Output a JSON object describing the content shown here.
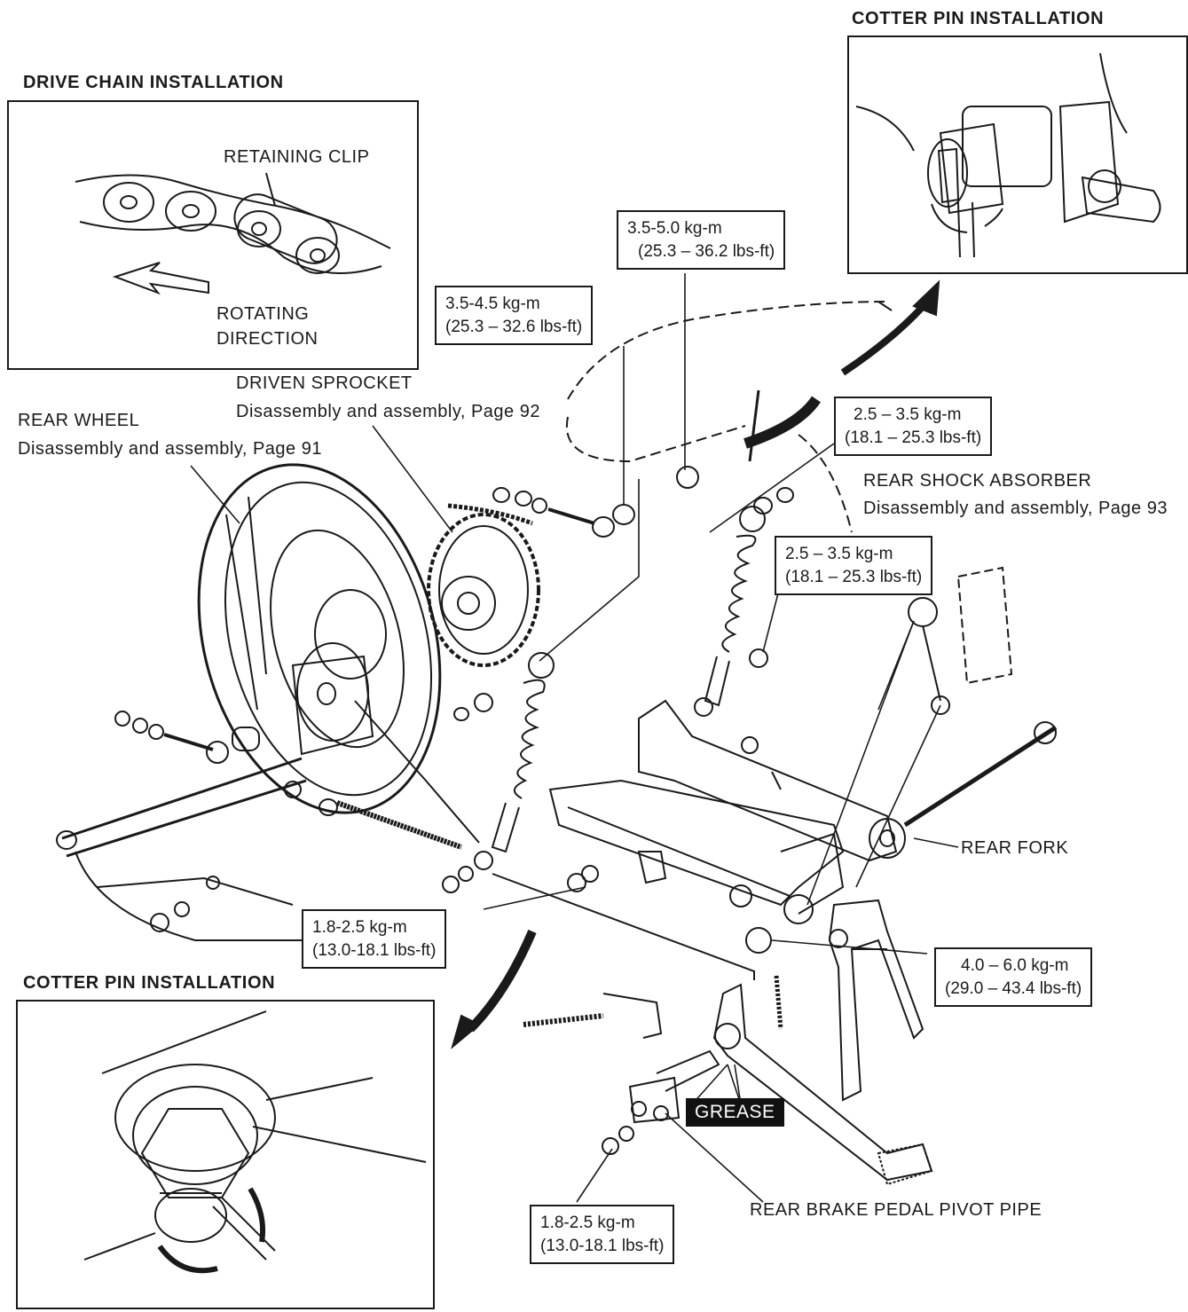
{
  "titles": {
    "cotter_top": "COTTER PIN INSTALLATION",
    "drive_chain": "DRIVE CHAIN INSTALLATION",
    "cotter_bottom": "COTTER PIN INSTALLATION"
  },
  "chain_inset": {
    "retaining_clip": "RETAINING CLIP",
    "rotating_1": "ROTATING",
    "rotating_2": "DIRECTION"
  },
  "parts": {
    "driven_sprocket": "DRIVEN SPROCKET",
    "driven_sprocket_ref": "Disassembly and assembly, Page 92",
    "rear_wheel": "REAR WHEEL",
    "rear_wheel_ref": "Disassembly and assembly, Page 91",
    "rear_shock": "REAR SHOCK ABSORBER",
    "rear_shock_ref": "Disassembly and assembly, Page 93",
    "rear_fork": "REAR FORK",
    "pivot_pipe": "REAR BRAKE PEDAL PIVOT PIPE",
    "grease": "GREASE"
  },
  "torques": {
    "t1": {
      "a": "3.5-5.0 kg-m",
      "b": "(25.3 – 36.2 lbs-ft)"
    },
    "t2": {
      "a": "3.5-4.5 kg-m",
      "b": "(25.3 – 32.6 lbs-ft)"
    },
    "t3": {
      "a": "2.5 – 3.5 kg-m",
      "b": "(18.1 – 25.3 lbs-ft)"
    },
    "t4": {
      "a": "2.5 – 3.5 kg-m",
      "b": "(18.1 – 25.3 lbs-ft)"
    },
    "t5": {
      "a": "1.8-2.5 kg-m",
      "b": "(13.0-18.1 lbs-ft)"
    },
    "t6": {
      "a": "4.0 – 6.0 kg-m",
      "b": "(29.0 – 43.4 lbs-ft)"
    },
    "t7": {
      "a": "1.8-2.5 kg-m",
      "b": "(13.0-18.1 lbs-ft)"
    }
  }
}
